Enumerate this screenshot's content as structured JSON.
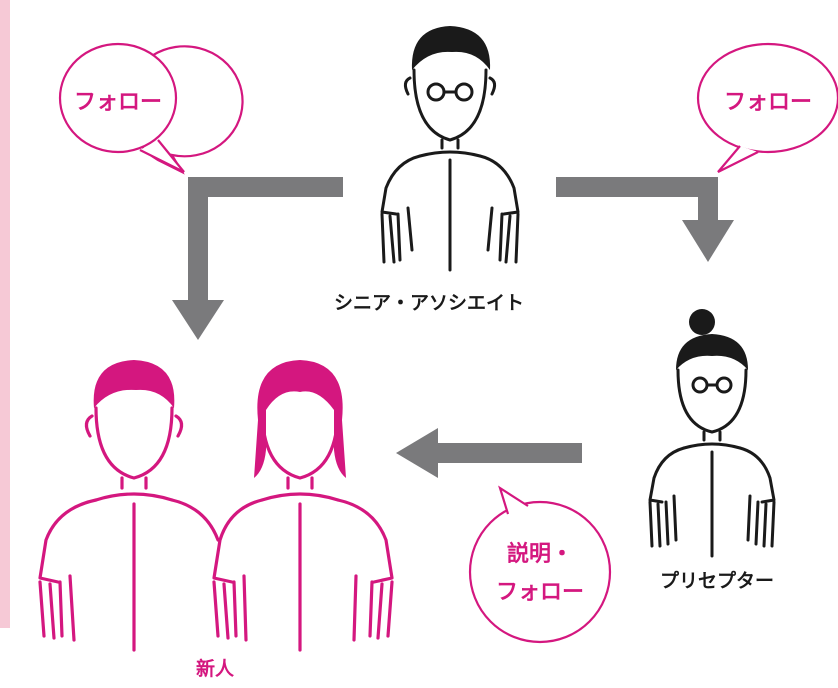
{
  "colors": {
    "accent": "#d4177f",
    "arrow": "#7a7a7c",
    "outline": "#1a1a1a",
    "side_strip": "#f6c9d6"
  },
  "diagram": {
    "senior": {
      "label": "シニア・アソシエイト",
      "icon": "nurse-with-glasses-icon"
    },
    "preceptor": {
      "label": "プリセプター",
      "icon": "nurse-with-bun-and-glasses-icon"
    },
    "newcomers": {
      "label": "新人",
      "icons": [
        "new-nurse-male-icon",
        "new-nurse-female-icon"
      ]
    },
    "bubbles": {
      "left": {
        "text": "フォロー"
      },
      "right": {
        "text": "フォロー"
      },
      "bottom": {
        "line1": "説明・",
        "line2": "フォロー"
      }
    },
    "arrows": [
      {
        "from": "senior",
        "to": "newcomers"
      },
      {
        "from": "senior",
        "to": "preceptor"
      },
      {
        "from": "preceptor",
        "to": "newcomers"
      }
    ]
  }
}
